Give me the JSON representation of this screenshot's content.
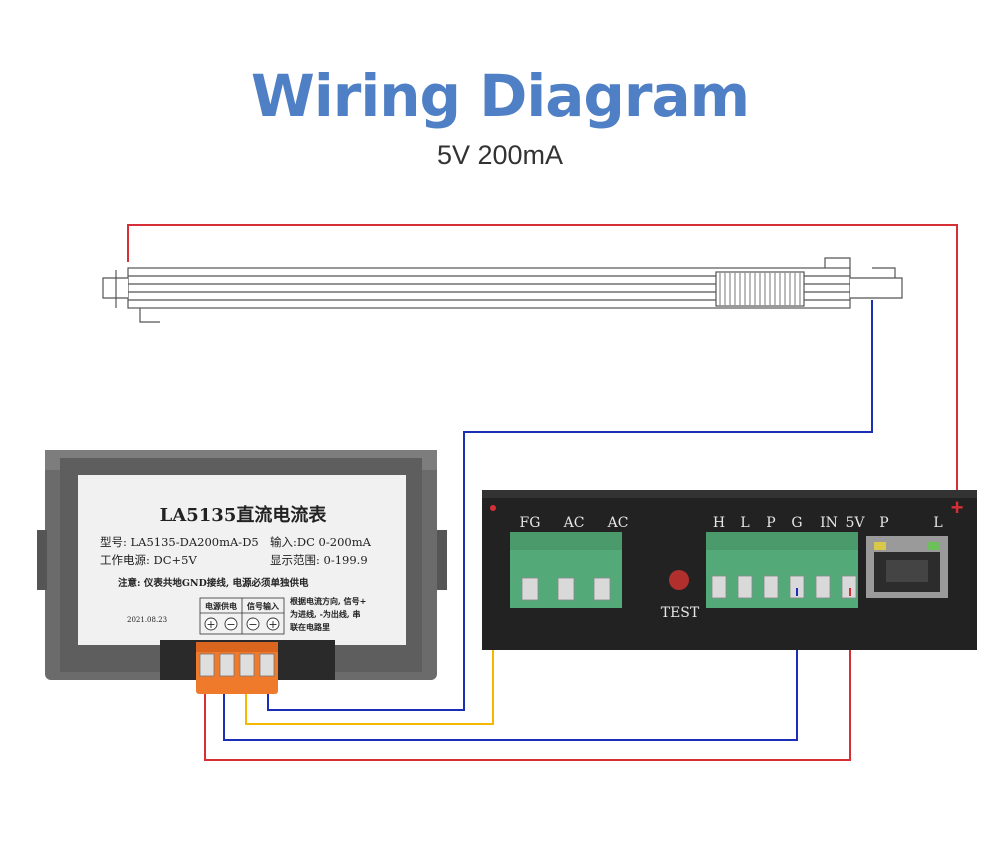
{
  "header": {
    "title": "Wiring Diagram",
    "subtitle": "5V 200mA"
  },
  "meter": {
    "title": "LA5135直流电流表",
    "model": "型号: LA5135-DA200mA-D5",
    "input": "输入:DC 0-200mA",
    "power": "工作电源: DC+5V",
    "range": "显示范围: 0-199.9",
    "note": "注意: 仪表共地GND接线, 电源必须单独供电",
    "date": "2021.08.23",
    "power_supply_label": "电源供电",
    "signal_input_label": "信号输入",
    "instruction_line1": "根据电流方向, 信号+",
    "instruction_line2": "为进线, -为出线, 串",
    "instruction_line3": "联在电路里",
    "terminal_symbols": [
      "+",
      "−",
      "−",
      "+"
    ]
  },
  "power_supply": {
    "left_terminals": [
      "FG",
      "AC",
      "AC"
    ],
    "test_label": "TEST",
    "right_terminals": [
      "H",
      "L",
      "P",
      "G",
      "IN",
      "5V"
    ],
    "port_labels": [
      "P",
      "L"
    ],
    "plus_marker": "+"
  },
  "wire_colors": {
    "red": "#d62f36",
    "blue": "#1a2fb5",
    "yellow": "#f5b800",
    "title_blue": "#4f7fc4"
  }
}
